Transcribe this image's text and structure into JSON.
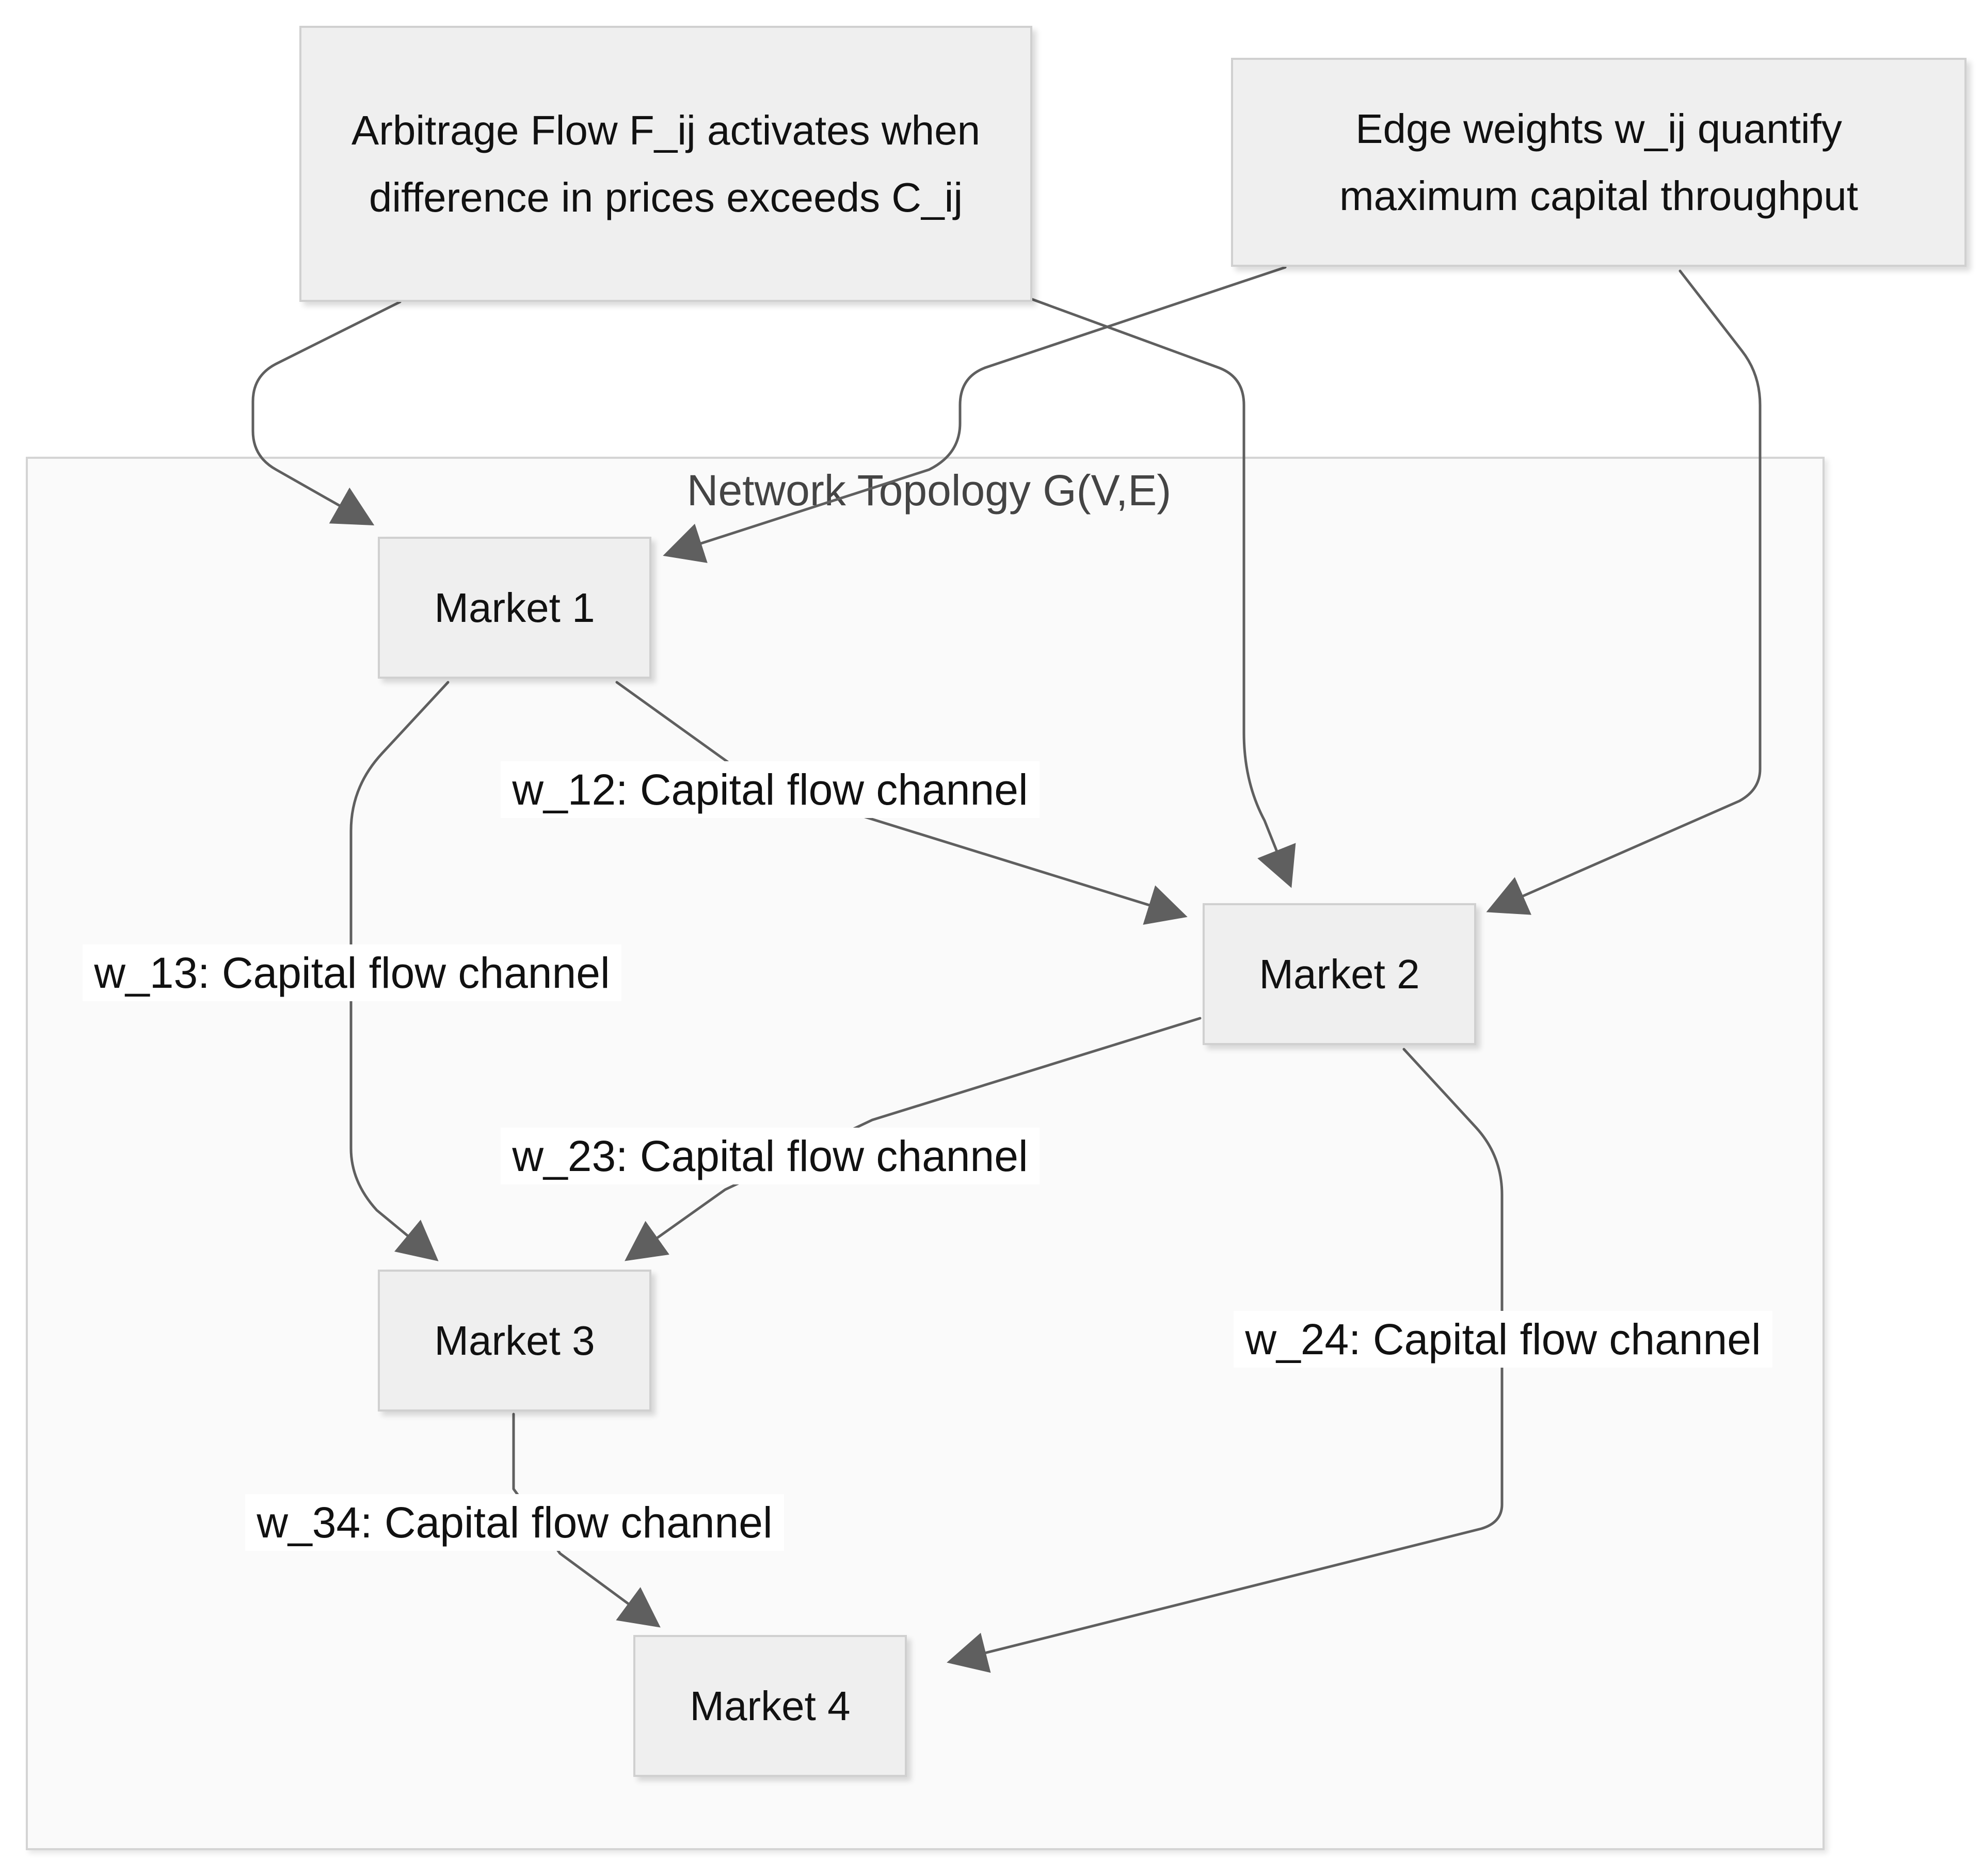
{
  "cluster": {
    "title": "Network Topology G(V,E)"
  },
  "notes": {
    "arbitrage_flow": "Arbitrage Flow F_ij activates when difference in prices exceeds C_ij",
    "edge_weights": "Edge weights w_ij quantify maximum capital throughput"
  },
  "markets": {
    "m1": "Market 1",
    "m2": "Market 2",
    "m3": "Market 3",
    "m4": "Market 4"
  },
  "edges": {
    "w12": "w_12: Capital flow channel",
    "w13": "w_13: Capital flow channel",
    "w23": "w_23: Capital flow channel",
    "w24": "w_24: Capital flow channel",
    "w34": "w_34: Capital flow channel"
  },
  "colors": {
    "node_fill": "#efefef",
    "node_border": "#d0d0d0",
    "cluster_fill": "#fafafa",
    "edge_stroke": "#5f5f5f"
  }
}
